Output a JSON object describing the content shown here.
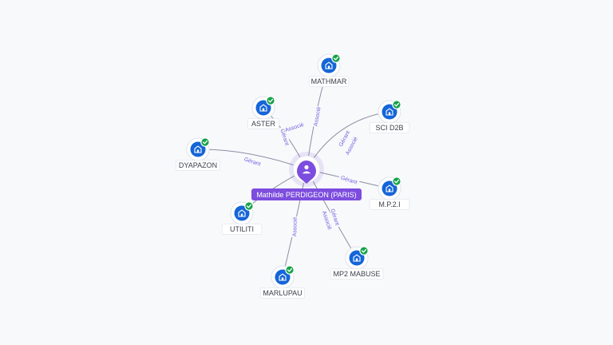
{
  "center": {
    "name": "Mathilde PERDIGEON (PARIS)",
    "icon": "person-icon",
    "color": "#7c4dde"
  },
  "companies": [
    {
      "id": "mathmar",
      "name": "MATHMAR",
      "icon": "building-icon",
      "status": "check-icon"
    },
    {
      "id": "aster",
      "name": "ASTER",
      "icon": "building-icon",
      "status": "check-icon"
    },
    {
      "id": "sci-d2b",
      "name": "SCI D2B",
      "icon": "building-icon",
      "status": "check-icon"
    },
    {
      "id": "dyapazon",
      "name": "DYAPAZON",
      "icon": "building-icon",
      "status": "check-icon"
    },
    {
      "id": "mp2i",
      "name": "M.P.2.I",
      "icon": "building-icon",
      "status": "check-icon"
    },
    {
      "id": "utiliti",
      "name": "UTILITI",
      "icon": "building-icon",
      "status": "check-icon"
    },
    {
      "id": "mp2-mabuse",
      "name": "MP2 MABUSE",
      "icon": "building-icon",
      "status": "check-icon"
    },
    {
      "id": "marlupau",
      "name": "MARLUPAU",
      "icon": "building-icon",
      "status": "check-icon"
    }
  ],
  "edges": [
    {
      "to": "mathmar",
      "labels": [
        "Associé"
      ]
    },
    {
      "to": "aster",
      "labels": [
        "Gérant",
        "Associé"
      ]
    },
    {
      "to": "sci-d2b",
      "labels": [
        "Gérant",
        "Associé"
      ]
    },
    {
      "to": "dyapazon",
      "labels": [
        "Gérant"
      ]
    },
    {
      "to": "mp2i",
      "labels": [
        "Gérant"
      ]
    },
    {
      "to": "utiliti",
      "labels": []
    },
    {
      "to": "mp2-mabuse",
      "labels": [
        "Gérant",
        "Associé"
      ]
    },
    {
      "to": "marlupau",
      "labels": [
        "Associé"
      ]
    }
  ],
  "colors": {
    "company_node": "#1565d8",
    "status_ok": "#17a34a",
    "edge_label": "#7462e0"
  }
}
